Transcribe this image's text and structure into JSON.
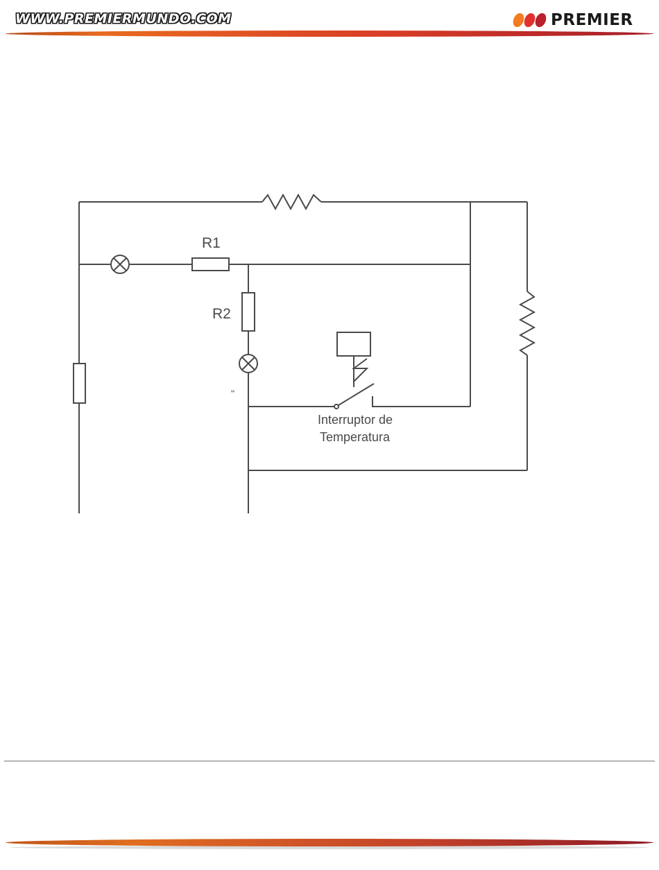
{
  "header": {
    "url": "WWW.PREMIERMUNDO.COM",
    "brand": "PREMIER",
    "colors": {
      "dot1": "#f47b20",
      "dot2": "#e2312d",
      "dot3": "#b8202e",
      "band": "#d83c26"
    }
  },
  "diagram": {
    "labels": {
      "r1": "R1",
      "r2": "R2",
      "switch_line1": "Interruptor de",
      "switch_line2": "Temperatura",
      "mark": "''"
    },
    "line_color": "#4a4a4a"
  }
}
